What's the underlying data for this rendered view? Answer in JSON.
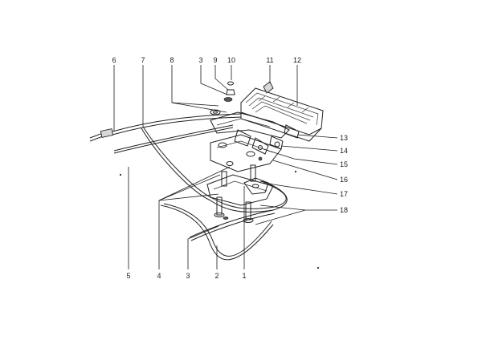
{
  "diagram": {
    "callouts": [
      {
        "id": "6",
        "label": "6"
      },
      {
        "id": "7",
        "label": "7"
      },
      {
        "id": "8",
        "label": "8"
      },
      {
        "id": "3a",
        "label": "3"
      },
      {
        "id": "9",
        "label": "9"
      },
      {
        "id": "10",
        "label": "10"
      },
      {
        "id": "11",
        "label": "11"
      },
      {
        "id": "12",
        "label": "12"
      },
      {
        "id": "13",
        "label": "13"
      },
      {
        "id": "14",
        "label": "14"
      },
      {
        "id": "15",
        "label": "15"
      },
      {
        "id": "16",
        "label": "16"
      },
      {
        "id": "17",
        "label": "17"
      },
      {
        "id": "18",
        "label": "18"
      },
      {
        "id": "5",
        "label": "5"
      },
      {
        "id": "4",
        "label": "4"
      },
      {
        "id": "3b",
        "label": "3"
      },
      {
        "id": "2",
        "label": "2"
      },
      {
        "id": "1",
        "label": "1"
      }
    ]
  }
}
